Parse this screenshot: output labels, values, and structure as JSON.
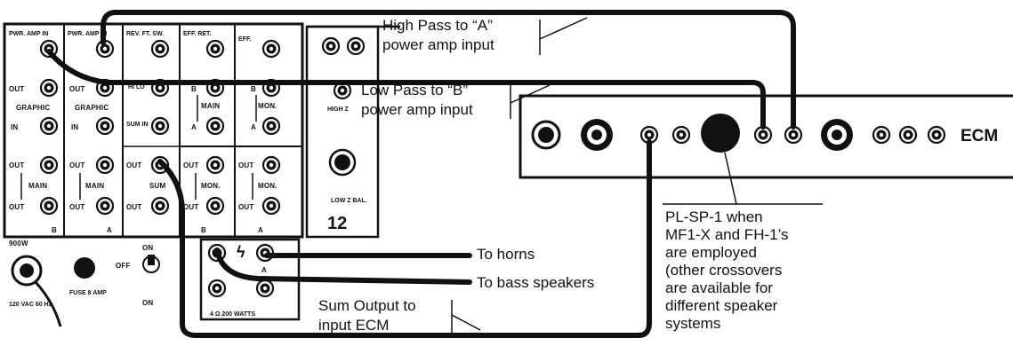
{
  "panel_labels": {
    "pwr_amp_in_1": "PWR. AMP IN",
    "pwr_amp_in_2": "PWR. AMP IN",
    "rev_ft_sw": "REV. FT. SW.",
    "eff_ret": "EFF. RET.",
    "eff": "EFF.",
    "out": "OUT",
    "in": "IN",
    "graphic": "GRAPHIC",
    "main": "MAIN",
    "mon": "MON.",
    "hi_lo": "HI LO",
    "sum_in": "SUM IN",
    "sum": "SUM",
    "b": "B",
    "a": "A",
    "high_z": "HIGH Z",
    "low_z_bal": "LOW Z BAL.",
    "channel": "12",
    "wattage": "900W",
    "power_in": "120 VAC 60 Hz",
    "fuse": "FUSE 8 AMP",
    "on": "ON",
    "off": "OFF",
    "speaker_rating": "4 Ω 200 WATTS"
  },
  "annotations": {
    "high_pass": [
      "High Pass to “A”",
      "power amp input"
    ],
    "low_pass": [
      "Low Pass to “B”",
      "power amp input"
    ],
    "to_horns": "To horns",
    "to_bass": "To bass speakers",
    "sum_output": [
      "Sum Output to",
      "input ECM"
    ],
    "crossover_note": [
      "PL-SP-1 when",
      "MF1-X and FH-1’s",
      "are employed",
      "(other crossovers",
      "are available for",
      "different speaker",
      "systems"
    ]
  },
  "ecm_label": "ECM"
}
